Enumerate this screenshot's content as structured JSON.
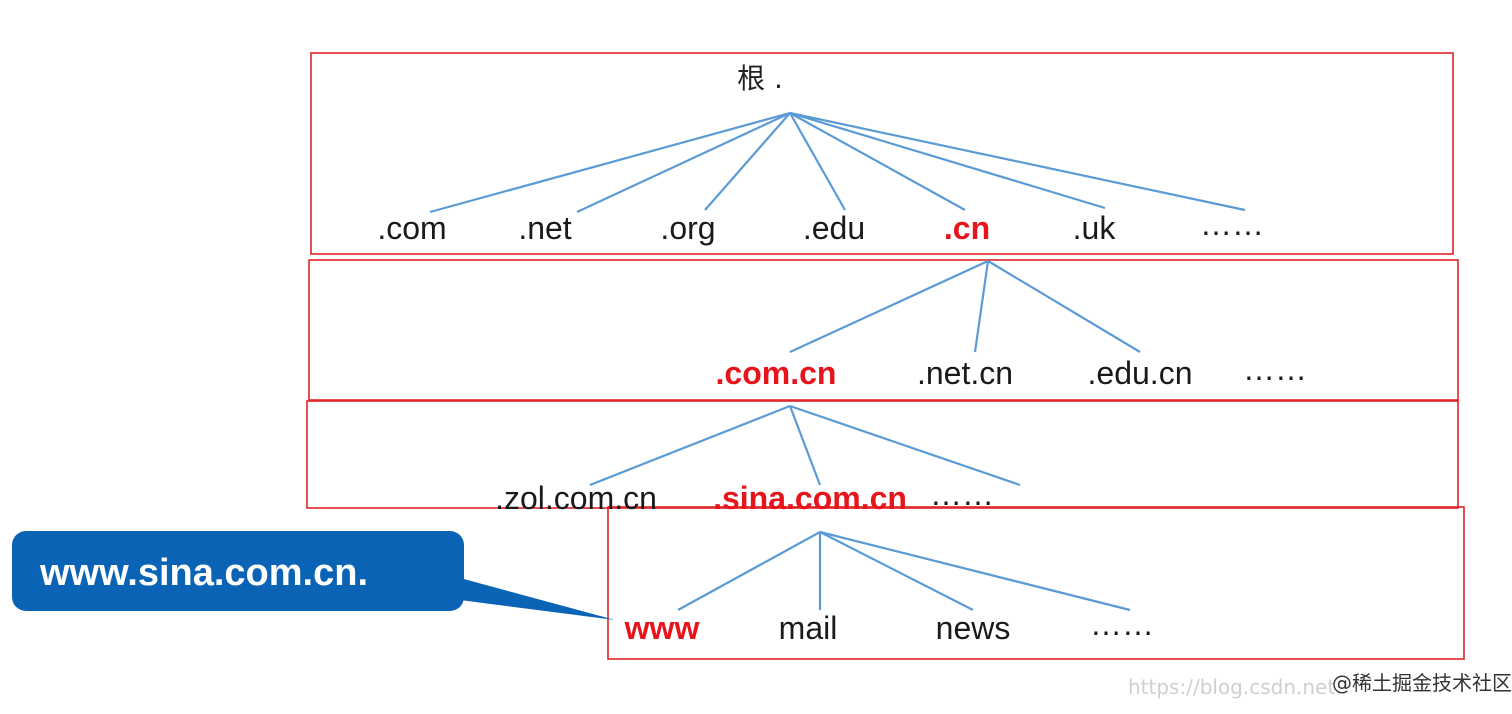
{
  "root_label": "根 .",
  "colors": {
    "edge": "#5b9bd5",
    "box": "#e02428",
    "highlight": "#e8141b",
    "callout": "#0b63b6"
  },
  "levels": [
    {
      "parent": "root",
      "children": [
        ".com",
        ".net",
        ".org",
        ".edu",
        ".cn",
        ".uk",
        "……"
      ],
      "highlight": ".cn"
    },
    {
      "parent": ".cn",
      "children": [
        ".com.cn",
        ".net.cn",
        ".edu.cn",
        "……"
      ],
      "highlight": ".com.cn"
    },
    {
      "parent": ".com.cn",
      "children": [
        ".zol.com.cn",
        ".sina.com.cn",
        "……"
      ],
      "highlight": ".sina.com.cn"
    },
    {
      "parent": ".sina.com.cn",
      "children": [
        "www",
        "mail",
        "news",
        "……"
      ],
      "highlight": "www"
    }
  ],
  "callout": {
    "text": "www.sina.com.cn.",
    "points_to": "www"
  },
  "watermark": {
    "site": "https://blog.csdn.net",
    "brand": "@稀土掘金技术社区"
  }
}
